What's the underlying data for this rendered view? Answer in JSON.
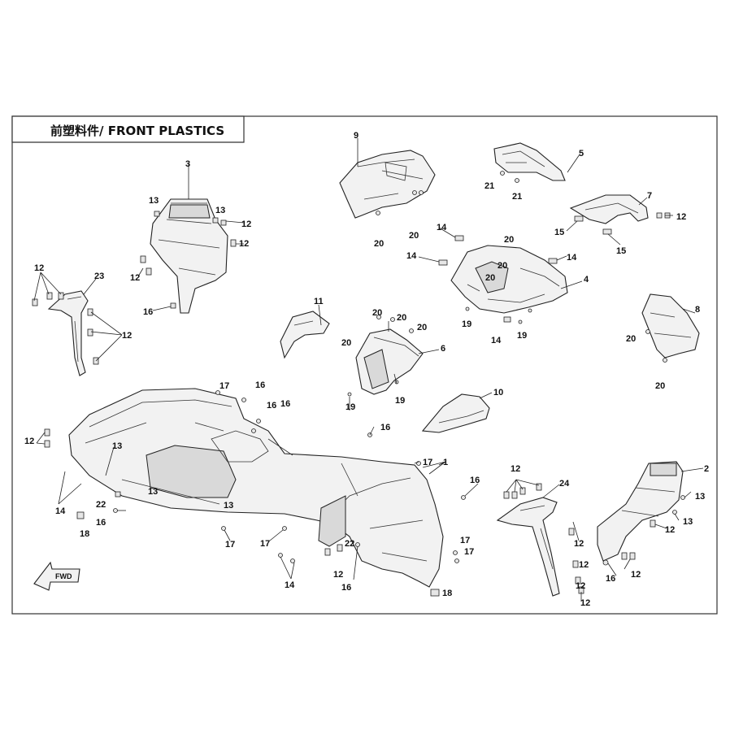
{
  "title": "前塑料件/ FRONT PLASTICS",
  "fwd_label": "FWD",
  "callouts": {
    "c1": "1",
    "c2": "2",
    "c3": "3",
    "c4": "4",
    "c5": "5",
    "c6": "6",
    "c7": "7",
    "c8": "8",
    "c9": "9",
    "c10": "10",
    "c11": "11",
    "c12": "12",
    "c13": "13",
    "c14": "14",
    "c15": "15",
    "c16": "16",
    "c17": "17",
    "c18": "18",
    "c19": "19",
    "c20": "20",
    "c21": "21",
    "c22": "22",
    "c23": "23",
    "c24": "24"
  }
}
